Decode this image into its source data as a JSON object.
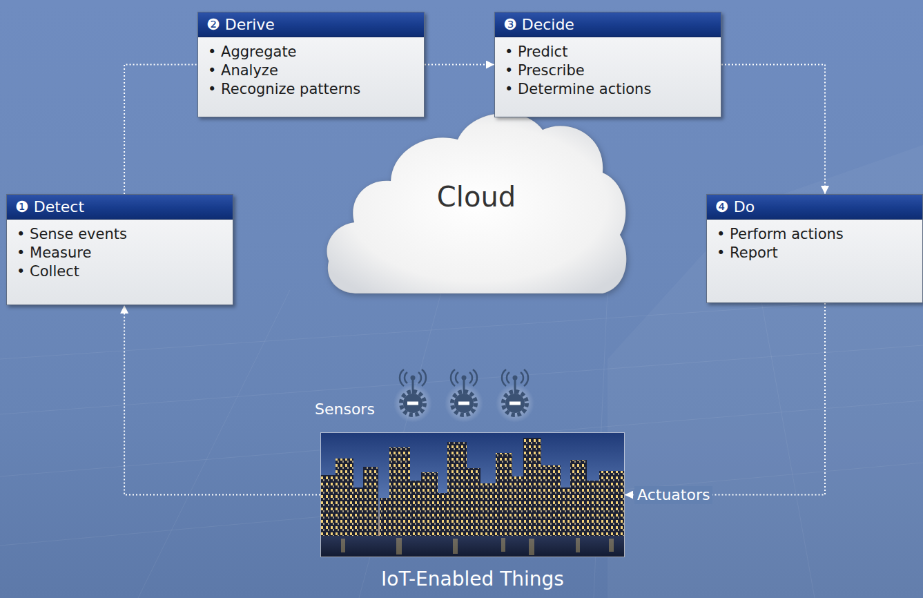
{
  "diagram": {
    "nodes": [
      {
        "text": [
          "❶ Detect",
          "• Sense events",
          "• Measure",
          "• Collect"
        ]
      },
      {
        "text": [
          "❷ Derive",
          "• Aggregate",
          "• Analyze",
          "• Recognize patterns"
        ]
      },
      {
        "text": [
          "❸ Decide",
          "• Predict",
          "• Prescribe",
          "• Determine actions"
        ]
      },
      {
        "text": [
          "Cloud"
        ]
      },
      {
        "text": [
          "❹ Do",
          "• Perform actions",
          "• Report"
        ]
      },
      {
        "text": [
          "IoT-Enabled Things"
        ]
      }
    ],
    "edges": [
      {
        "from": 0,
        "to": 1,
        "arrow": "none"
      },
      {
        "from": 1,
        "to": 2,
        "arrow": "to"
      },
      {
        "from": 2,
        "to": 4,
        "arrow": "to"
      },
      {
        "from": 4,
        "to": 5,
        "arrow": "to"
      },
      {
        "from": 5,
        "to": 0,
        "arrow": "to"
      }
    ],
    "labels": [
      "Sensors",
      "Actuators"
    ]
  }
}
